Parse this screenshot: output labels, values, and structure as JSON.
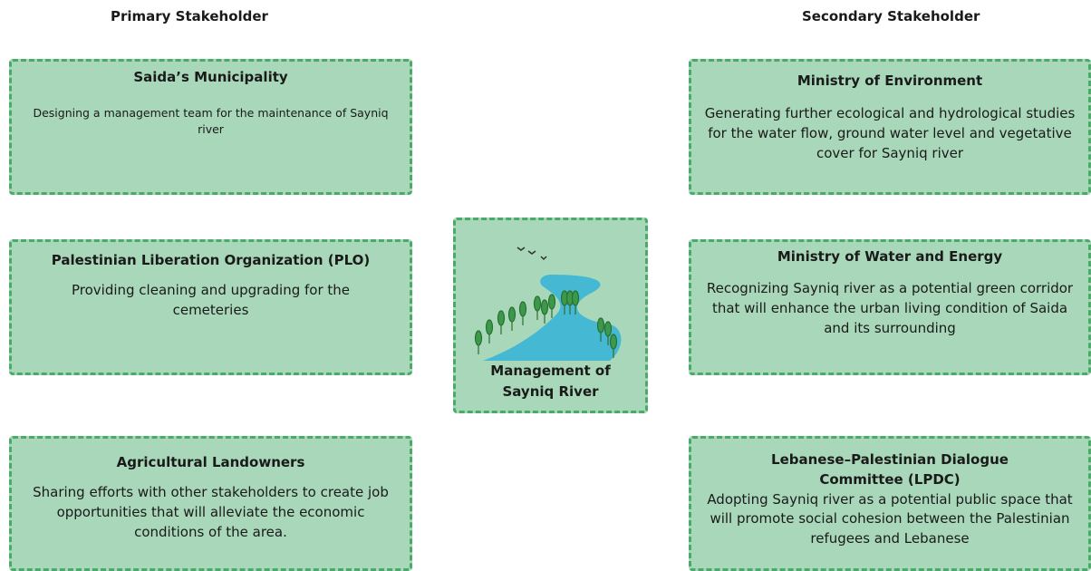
{
  "headings": {
    "primary": "Primary Stakeholder",
    "secondary": "Secondary Stakeholder"
  },
  "primary": [
    {
      "title": "Saida’s Municipality",
      "description": "Designing a management team for the maintenance of Sayniq river"
    },
    {
      "title": "Palestinian Liberation Organization (PLO)",
      "description": "Providing cleaning and upgrading for the cemeteries"
    },
    {
      "title": "Agricultural Landowners",
      "description": "Sharing efforts with other stakeholders to create job opportunities that will alleviate the economic conditions of the area."
    }
  ],
  "secondary": [
    {
      "title": "Ministry of Environment",
      "description": "Generating further ecological and hydrological studies for the water flow, ground water level and vegetative cover for Sayniq river"
    },
    {
      "title": "Ministry of Water and Energy",
      "description": "Recognizing Sayniq river as a potential green corridor that will enhance the urban living condition of Saida and its surrounding"
    },
    {
      "title": "Lebanese–Palestinian Dialogue Committee (LPDC)",
      "description": "Adopting Sayniq river as a potential public space that will promote social cohesion between the Palestinian refugees and Lebanese"
    }
  ],
  "center": {
    "label_line1": "Management of",
    "label_line2": "Sayniq River"
  },
  "colors": {
    "box_fill": "#a8d8b9",
    "box_border": "#4aaa6a",
    "river": "#45b8d4",
    "tree": "#3a9a4a"
  }
}
